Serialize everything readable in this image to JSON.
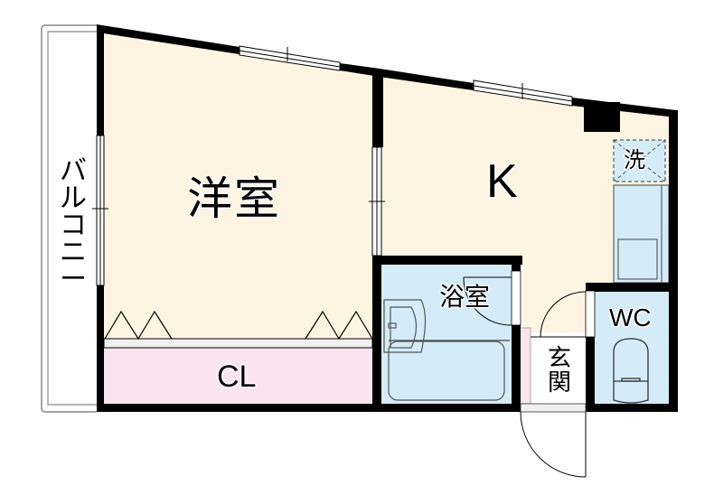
{
  "floor_plan": {
    "type": "apartment floor plan (1K)",
    "rooms": {
      "western_room": {
        "label": "洋室",
        "color": "#fdf4e1"
      },
      "kitchen": {
        "label": "K",
        "color": "#fdf4e1"
      },
      "washer_space": {
        "label": "洗",
        "color": "#d3ecf8"
      },
      "bathroom": {
        "label": "浴室",
        "color": "#d3ecf8"
      },
      "toilet": {
        "label": "WC",
        "color": "#d3ecf8"
      },
      "entrance": {
        "label": "玄関",
        "color": "#fdf4e1"
      },
      "closet": {
        "label": "CL",
        "color": "#fae4ee"
      },
      "balcony": {
        "label": "バルコニー",
        "color": "#ffffff"
      }
    },
    "colors": {
      "wall": "#000000",
      "floor": "#fdf4e1",
      "wet_area": "#d3ecf8",
      "storage": "#fae4ee",
      "fixture_outline": "#555555"
    }
  }
}
